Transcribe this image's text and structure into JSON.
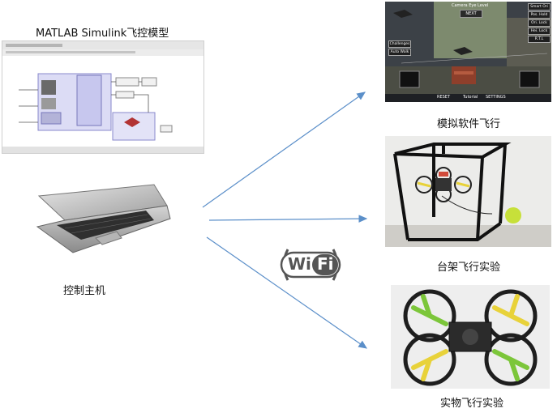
{
  "labels": {
    "matlab_title": "MATLAB Simulink飞控模型",
    "host": "控制主机",
    "simulator": "模拟软件飞行",
    "rig": "台架飞行实验",
    "real": "实物飞行实验"
  },
  "wifi": {
    "wi": "Wi",
    "fi": "Fi"
  },
  "sim_ui": {
    "top_label": "Camera Eye Level",
    "next": "NEXT",
    "right_buttons": [
      "Smart Ori",
      "Pos. Hold",
      "Ori. Lock",
      "Hei. Lock",
      "R.T.L"
    ],
    "left_buttons": [
      "Challenges",
      "Auto Walk"
    ],
    "bottom_buttons": [
      "RESET",
      "Tutorial",
      "SETTINGS"
    ]
  },
  "colors": {
    "arrow": "#5b8fc9",
    "wifi": "#555555",
    "sim_panel": "#3a3f45",
    "propeller_green": "#7cc63a",
    "propeller_yellow": "#e8d23a"
  }
}
